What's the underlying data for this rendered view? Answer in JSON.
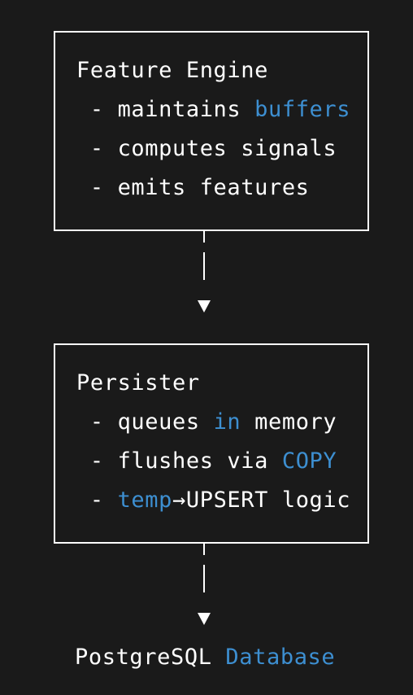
{
  "box1": {
    "title": "Feature Engine",
    "item1_pre": " - maintains ",
    "item1_hl": "buffers",
    "item2": " - computes signals",
    "item3": " - emits features"
  },
  "box2": {
    "title": "Persister",
    "item1_pre": " - queues ",
    "item1_hl": "in",
    "item1_post": " memory",
    "item2_pre": " - flushes via ",
    "item2_hl": "COPY",
    "item3_pre": " - ",
    "item3_hl": "temp",
    "item3_post": "→UPSERT logic"
  },
  "database": {
    "label_pre": "PostgreSQL ",
    "label_hl": "Database"
  },
  "colors": {
    "background": "#1a1a1a",
    "text": "#ffffff",
    "highlight": "#3d8fd1"
  }
}
